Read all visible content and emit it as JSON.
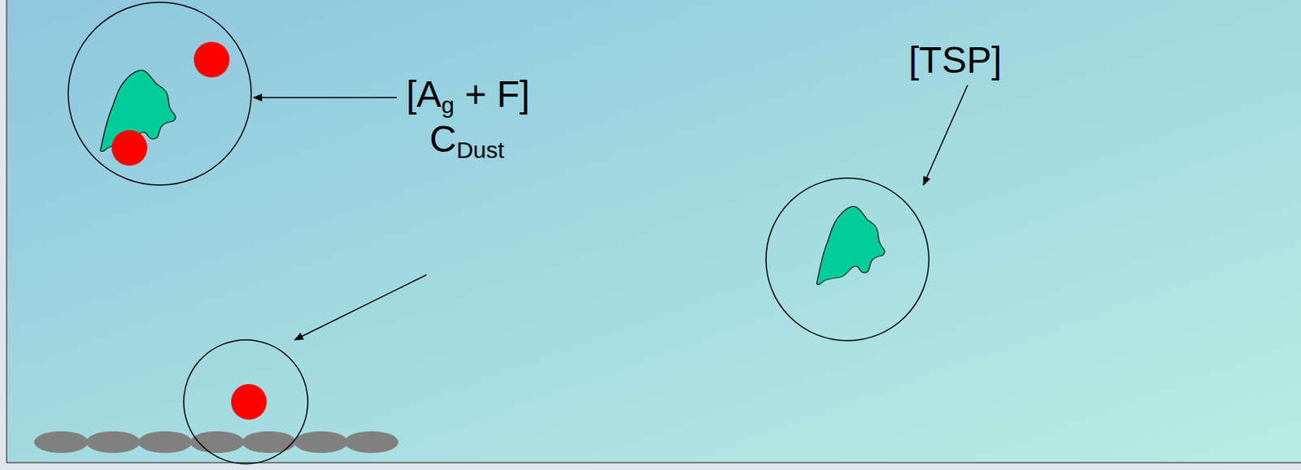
{
  "diagram": {
    "labels": [
      "[Ag + F]",
      "CDust",
      "[TSP]"
    ]
  }
}
